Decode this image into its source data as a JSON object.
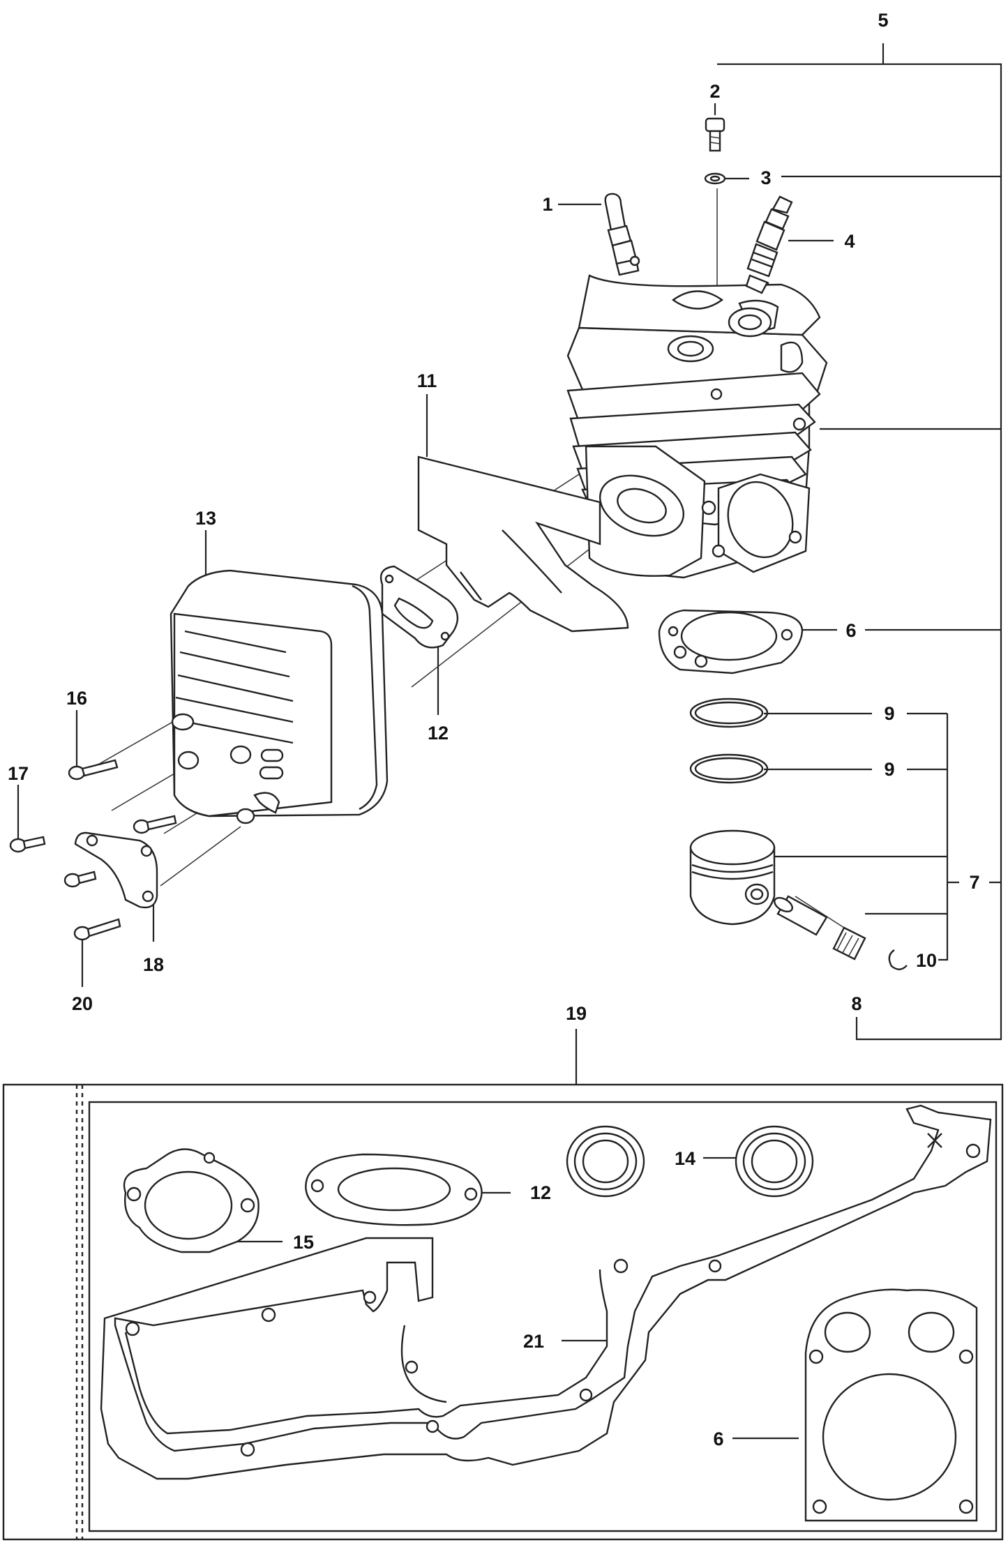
{
  "labels": {
    "l1": "1",
    "l2": "2",
    "l3": "3",
    "l4": "4",
    "l5": "5",
    "l6": "6",
    "l7": "7",
    "l8": "8",
    "l9a": "9",
    "l9b": "9",
    "l10": "10",
    "l11": "11",
    "l12": "12",
    "l13": "13",
    "l16": "16",
    "l17": "17",
    "l18": "18",
    "l19": "19",
    "l20": "20",
    "k12": "12",
    "k14": "14",
    "k15": "15",
    "k21": "21",
    "k6": "6"
  }
}
